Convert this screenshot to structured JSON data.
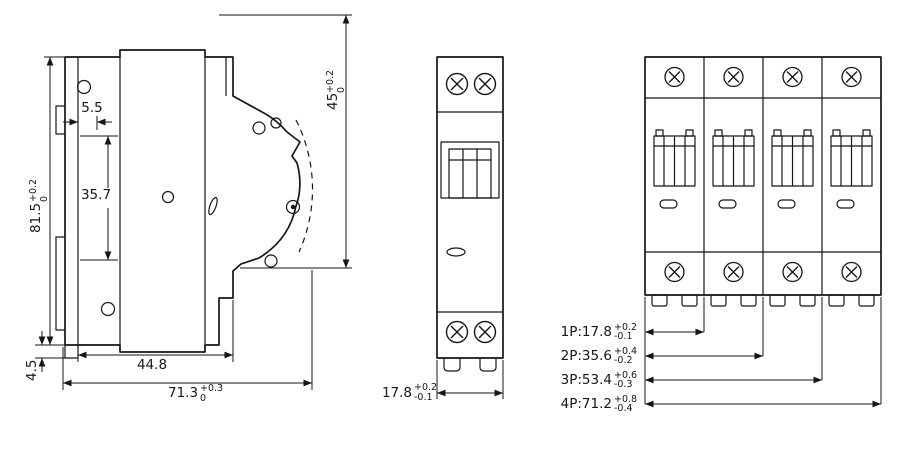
{
  "drawing": {
    "side_view": {
      "dim_top_width": "5.5",
      "dim_inner_height": "35.7",
      "dim_height": "81.5",
      "dim_height_tol_up": "+0.2",
      "dim_height_tol_dn": "0",
      "dim_clip": "4.5",
      "dim_body_depth": "44.8",
      "dim_total_depth": "71.3",
      "dim_total_depth_tol_up": "+0.3",
      "dim_total_depth_tol_dn": "0",
      "dim_front_height": "45",
      "dim_front_height_tol_up": "+0.2",
      "dim_front_height_tol_dn": "0"
    },
    "front_view": {
      "dim_width": "17.8",
      "dim_width_tol_up": "+0.2",
      "dim_width_tol_dn": "-0.1"
    },
    "multi_pole_view": {
      "dims": [
        {
          "label": "1P:17.8",
          "tol_up": "+0.2",
          "tol_dn": "-0.1"
        },
        {
          "label": "2P:35.6",
          "tol_up": "+0.4",
          "tol_dn": "-0.2"
        },
        {
          "label": "3P:53.4",
          "tol_up": "+0.6",
          "tol_dn": "-0.3"
        },
        {
          "label": "4P:71.2",
          "tol_up": "+0.8",
          "tol_dn": "-0.4"
        }
      ]
    }
  }
}
